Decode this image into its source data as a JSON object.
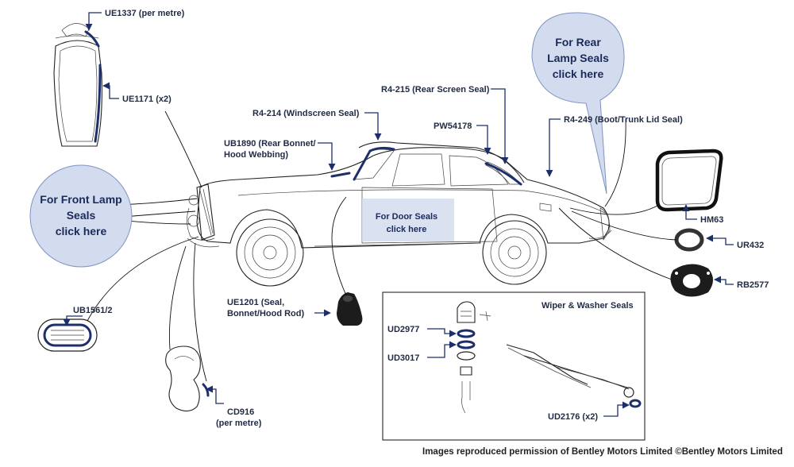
{
  "labels": {
    "ue1337": "UE1337 (per metre)",
    "ue1171": "UE1171 (x2)",
    "r4_214": "R4-214 (Windscreen Seal)",
    "ub1890_l1": "UB1890 (Rear Bonnet/",
    "ub1890_l2": "Hood Webbing)",
    "r4_215": "R4-215 (Rear Screen Seal)",
    "pw54178": "PW54178",
    "r4_249": "R4-249 (Boot/Trunk Lid Seal)",
    "hm63": "HM63",
    "ur432": "UR432",
    "rb2577": "RB2577",
    "ue1201_l1": "UE1201 (Seal,",
    "ue1201_l2": "Bonnet/Hood Rod)",
    "ub1561": "UB1561/2",
    "cd916_l1": "CD916",
    "cd916_l2": "(per metre)",
    "wiper_title": "Wiper & Washer Seals",
    "ud2977": "UD2977",
    "ud3017": "UD3017",
    "ud2176": "UD2176 (x2)"
  },
  "links": {
    "front_lamp_l1": "For Front Lamp",
    "front_lamp_l2": "Seals",
    "front_lamp_l3": "click here",
    "rear_lamp_l1": "For Rear",
    "rear_lamp_l2": "Lamp Seals",
    "rear_lamp_l3": "click here",
    "door_l1": "For Door Seals",
    "door_l2": "click here"
  },
  "credit": "Images reproduced permission of Bentley Motors Limited ©Bentley Motors Limited",
  "colors": {
    "leader": "#1c2f6b",
    "bubble_fill": "#d3dcee",
    "bubble_text": "#1a2a5a"
  }
}
